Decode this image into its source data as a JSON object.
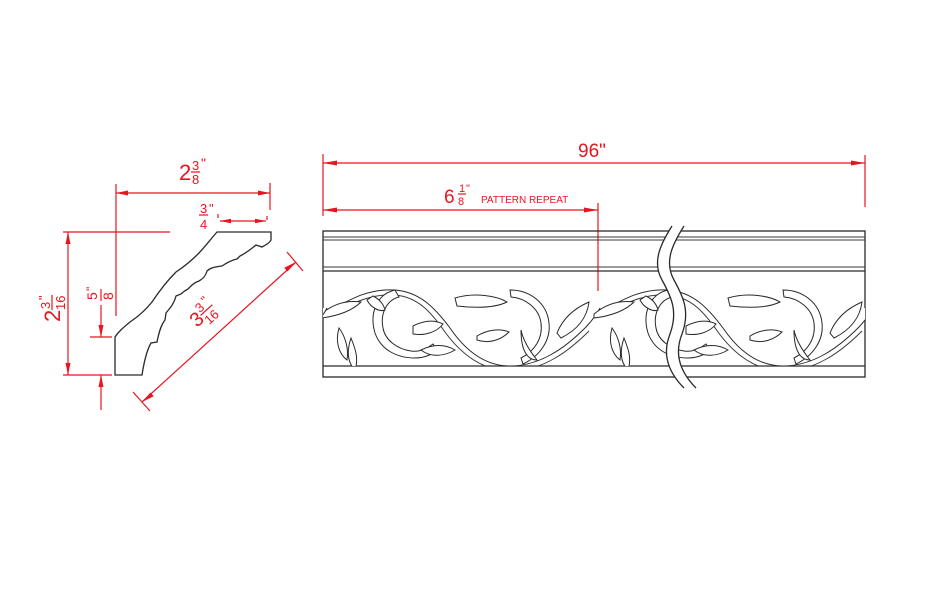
{
  "drawing": {
    "title": "Crown moulding with vine pattern - profile and elevation",
    "colors": {
      "dimension": "#e8141e",
      "object": "#2a2a2a",
      "background": "#ffffff"
    }
  },
  "profile_view": {
    "overall_width": {
      "whole": "2",
      "num": "3",
      "den": "8",
      "unit": "\""
    },
    "top_flat": {
      "whole": "",
      "num": "3",
      "den": "4",
      "unit": "\""
    },
    "overall_height": {
      "whole": "2",
      "num": "3",
      "den": "16",
      "unit": "\""
    },
    "bottom_flat": {
      "whole": "",
      "num": "5",
      "den": "8",
      "unit": "\""
    },
    "diagonal_face": {
      "whole": "3",
      "num": "3",
      "den": "16",
      "unit": "\""
    }
  },
  "elevation_view": {
    "overall_length": "96\"",
    "pattern_repeat": {
      "whole": "6",
      "num": "1",
      "den": "8",
      "unit": "\"",
      "label": "PATTERN REPEAT"
    },
    "break_symbol": "s-curve-break"
  }
}
